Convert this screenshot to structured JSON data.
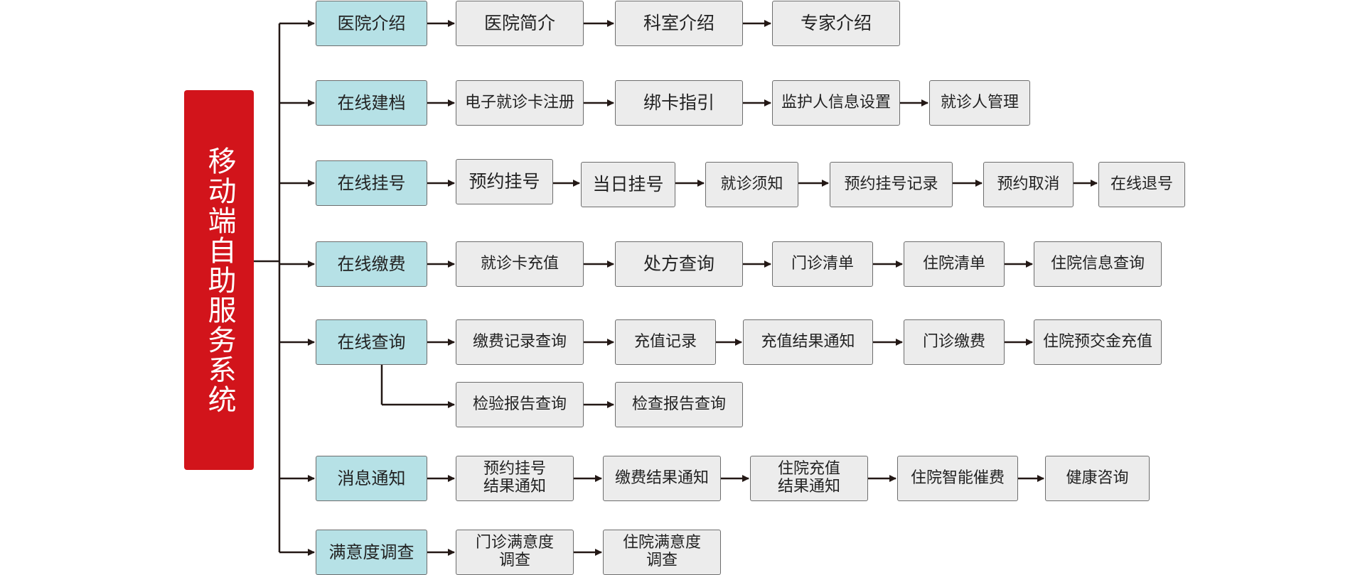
{
  "root": {
    "label": "移动端自助服务系统"
  },
  "categories": [
    {
      "label": "医院介绍"
    },
    {
      "label": "在线建档"
    },
    {
      "label": "在线挂号"
    },
    {
      "label": "在线缴费"
    },
    {
      "label": "在线查询"
    },
    {
      "label": "消息通知"
    },
    {
      "label": "满意度调查"
    }
  ],
  "rows": [
    {
      "items": [
        "医院简介",
        "科室介绍",
        "专家介绍"
      ]
    },
    {
      "items": [
        "电子就诊卡注册",
        "绑卡指引",
        "监护人信息设置",
        "就诊人管理"
      ]
    },
    {
      "items": [
        "预约挂号",
        "当日挂号",
        "就诊须知",
        "预约挂号记录",
        "预约取消",
        "在线退号"
      ]
    },
    {
      "items": [
        "就诊卡充值",
        "处方查询",
        "门诊清单",
        "住院清单",
        "住院信息查询"
      ]
    },
    {
      "items": [
        "缴费记录查询",
        "充值记录",
        "充值结果通知",
        "门诊缴费",
        "住院预交金充值"
      ]
    },
    {
      "items": [
        "检验报告查询",
        "检查报告查询"
      ]
    },
    {
      "items": [
        "预约挂号\n结果通知",
        "缴费结果通知",
        "住院充值\n结果通知",
        "住院智能催费",
        "健康咨询"
      ]
    },
    {
      "items": [
        "门诊满意度\n调查",
        "住院满意度\n调查"
      ]
    }
  ],
  "colors": {
    "root": "#d2141b",
    "category": "#b6e1e6",
    "leaf": "#ececec",
    "line": "#231815"
  }
}
